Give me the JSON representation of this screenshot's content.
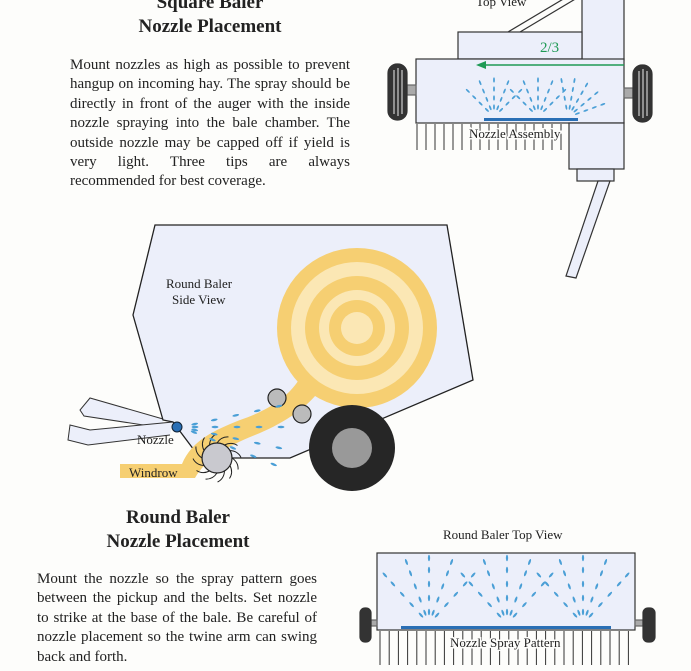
{
  "square_section": {
    "title_line1": "Square Baler",
    "title_line2": "Nozzle Placement",
    "body": "Mount nozzles as high as possible to prevent hangup on incoming hay. The spray should be directly in front of the auger with the inside nozzle spraying into the bale chamber. The outside nozzle may be capped off if yield is very light. Three tips are always recommended for best coverage."
  },
  "square_diagram": {
    "view_label": "Top View",
    "fraction_label": "2/3",
    "assembly_label": "Nozzle Assembly"
  },
  "side_diagram": {
    "view_label_line1": "Round Baler",
    "view_label_line2": "Side View",
    "nozzle_label": "Nozzle",
    "windrow_label": "Windrow"
  },
  "round_section": {
    "title_line1": "Round Baler",
    "title_line2": "Nozzle Placement",
    "body": "Mount the nozzle so the spray pattern goes between the pickup and the belts. Set nozzle to strike at the base of the bale. Be careful of nozzle placement so the twine arm can swing back and forth."
  },
  "round_top_diagram": {
    "view_label": "Round Baler Top View",
    "pattern_label": "Nozzle Spray Pattern"
  },
  "colors": {
    "spray": "#4a9fd6",
    "nozzle_bar": "#2a6fb5",
    "hay": "#f6cf72",
    "hay_light": "#fbe7b4",
    "arrow": "#1f9a55",
    "body_fill": "#eceffa"
  }
}
